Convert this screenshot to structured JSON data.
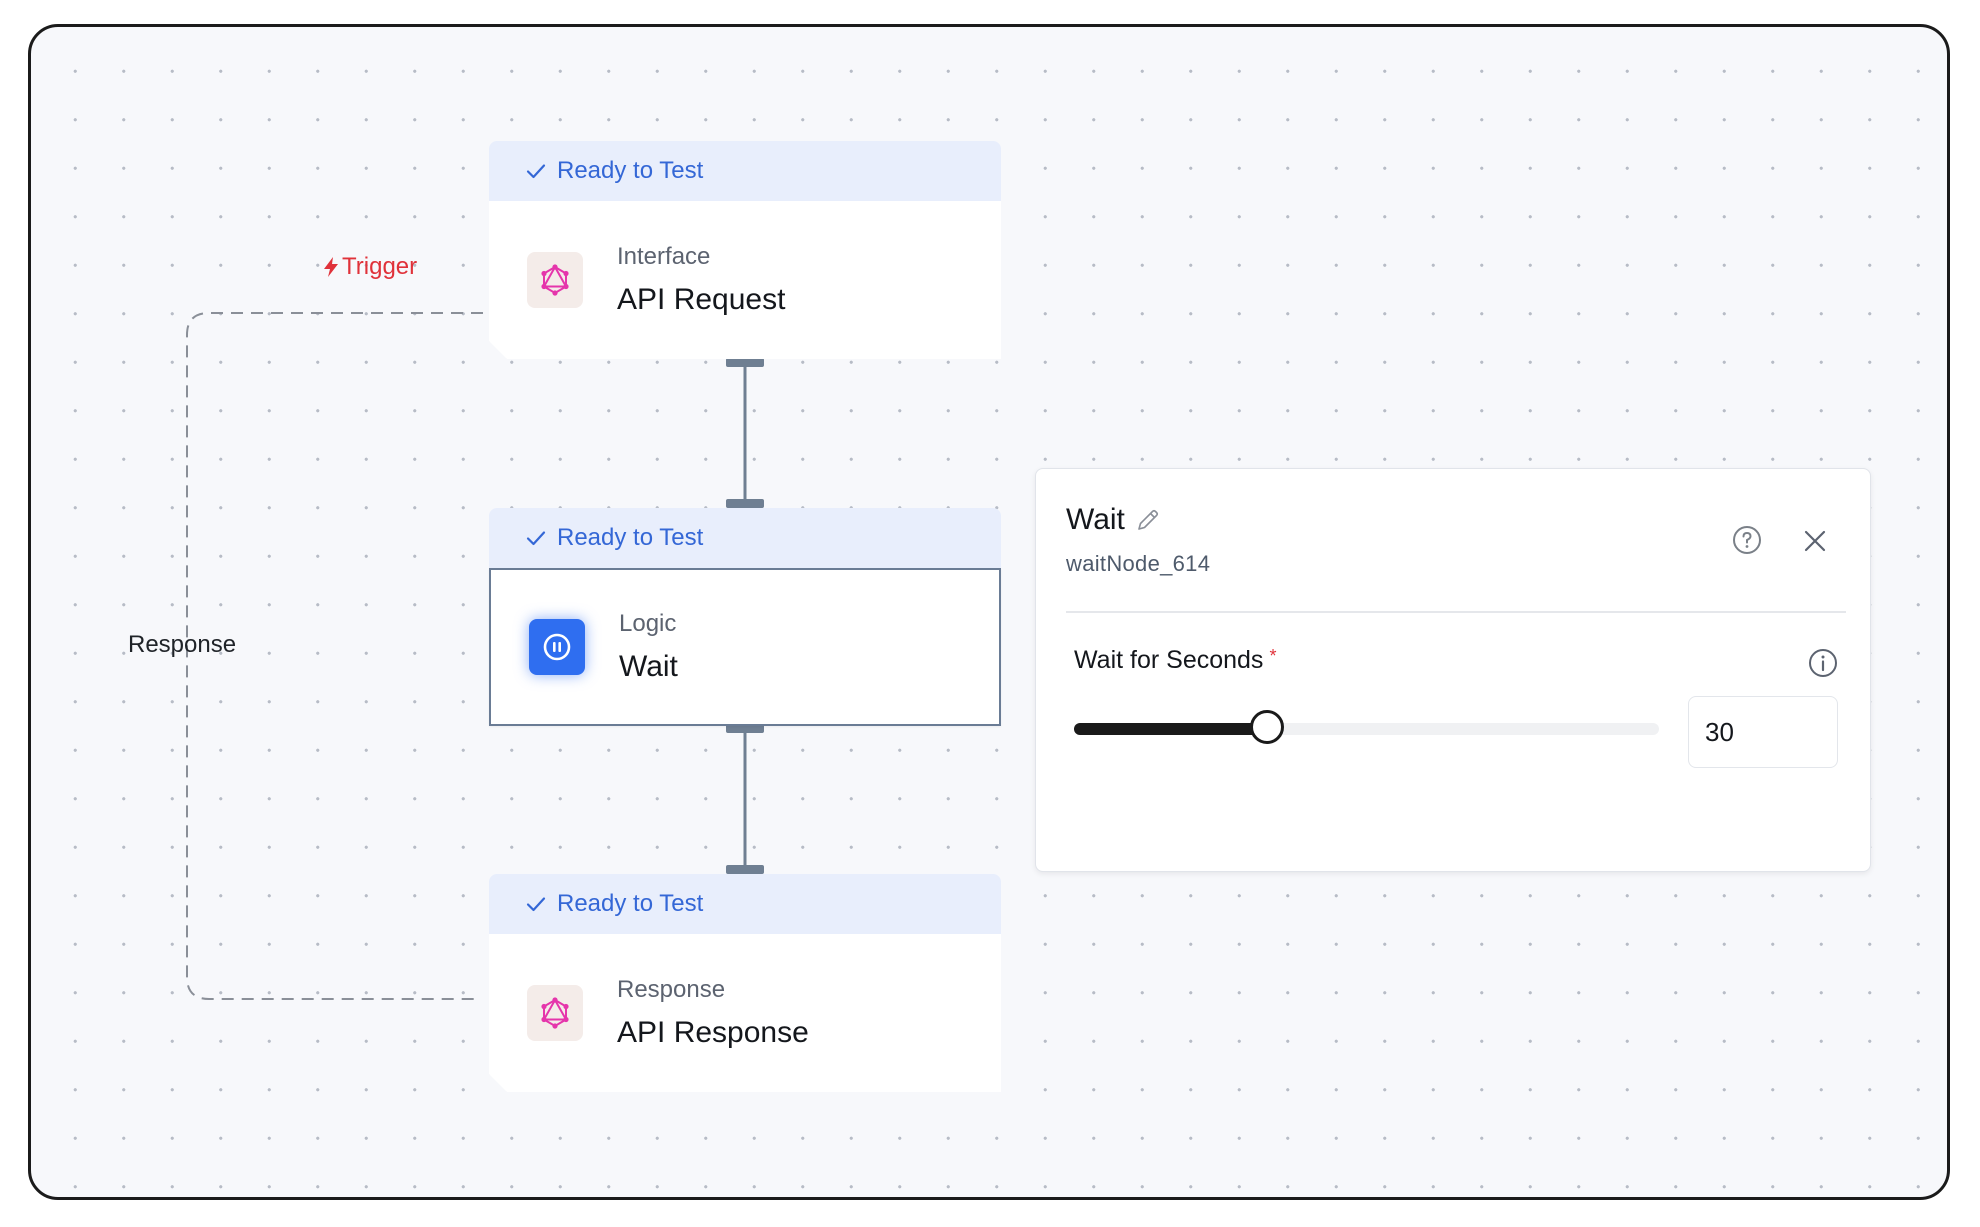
{
  "edges": {
    "trigger_label": "Trigger",
    "response_label": "Response"
  },
  "nodes": [
    {
      "status": "Ready to Test",
      "kind": "Interface",
      "title": "API Request",
      "icon": "graphql-icon",
      "selected": false
    },
    {
      "status": "Ready to Test",
      "kind": "Logic",
      "title": "Wait",
      "icon": "pause-icon",
      "selected": true
    },
    {
      "status": "Ready to Test",
      "kind": "Response",
      "title": "API Response",
      "icon": "graphql-icon",
      "selected": false
    }
  ],
  "panel": {
    "title": "Wait",
    "node_id": "waitNode_614",
    "field_label": "Wait for Seconds",
    "required_mark": "*",
    "value": "30",
    "slider_fraction": 0.33
  },
  "colors": {
    "accent_blue": "#3467d6",
    "status_bg": "#e8eefc",
    "trigger_red": "#e0323a",
    "graphql_pink": "#e535ab",
    "wait_blue": "#2f6ef0"
  }
}
